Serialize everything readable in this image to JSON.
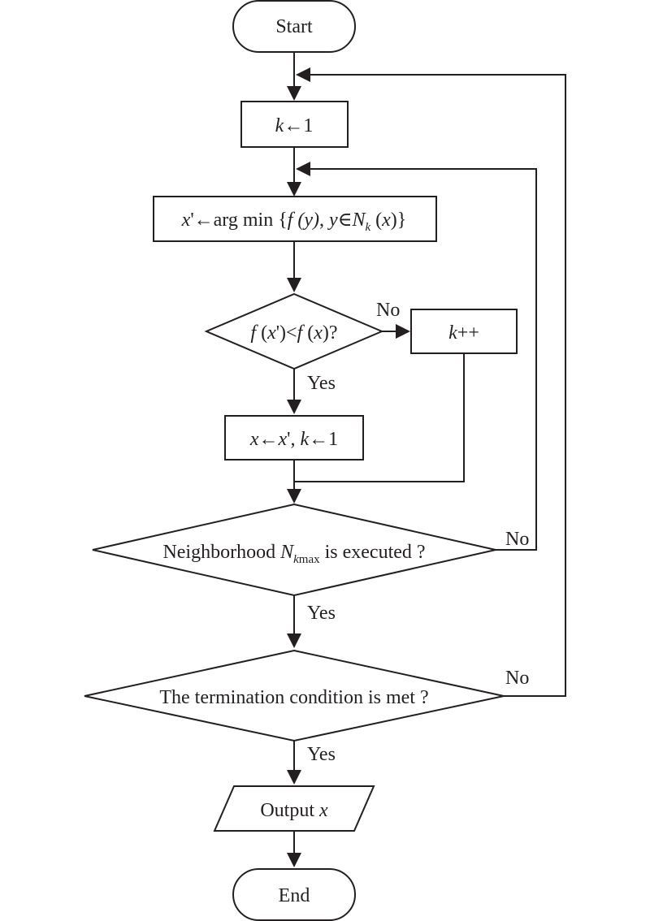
{
  "nodes": {
    "start": {
      "label": "Start"
    },
    "init_k": {
      "k": "k",
      "rest": "←1"
    },
    "local_search": {
      "x_prime": "x",
      "arrow_arg_min": "'←arg min {",
      "f": "f",
      "y1": " (y)",
      "comma": ", ",
      "y2": "y",
      "in": "∈",
      "n": "N",
      "k_sub": "k",
      "paren_open": " (",
      "x": "x",
      "close": ")}"
    },
    "improve_check": {
      "f1": "f",
      "arg1_open": " (",
      "x1": "x",
      "arg1_close": "')<",
      "f2": "f",
      "arg2_open": " (",
      "x2": "x",
      "close": ")?"
    },
    "k_increment": {
      "k": "k",
      "rest": "++"
    },
    "update": {
      "x": "x",
      "arrow": "←",
      "x_prime": "x",
      "mid": "', ",
      "k": "k",
      "rest": "←1"
    },
    "neighborhood_check": {
      "text": "Neighborhood ",
      "n": "N",
      "sub": "k",
      "sub_max": "max",
      "rest": " is executed ?"
    },
    "termination_check": {
      "text": "The termination condition is met ?"
    },
    "output": {
      "text": "Output ",
      "x": "x"
    },
    "end": {
      "label": "End"
    }
  },
  "edge_labels": {
    "improve_no": "No",
    "improve_yes": "Yes",
    "neighborhood_no": "No",
    "neighborhood_yes": "Yes",
    "termination_no": "No",
    "termination_yes": "Yes"
  }
}
